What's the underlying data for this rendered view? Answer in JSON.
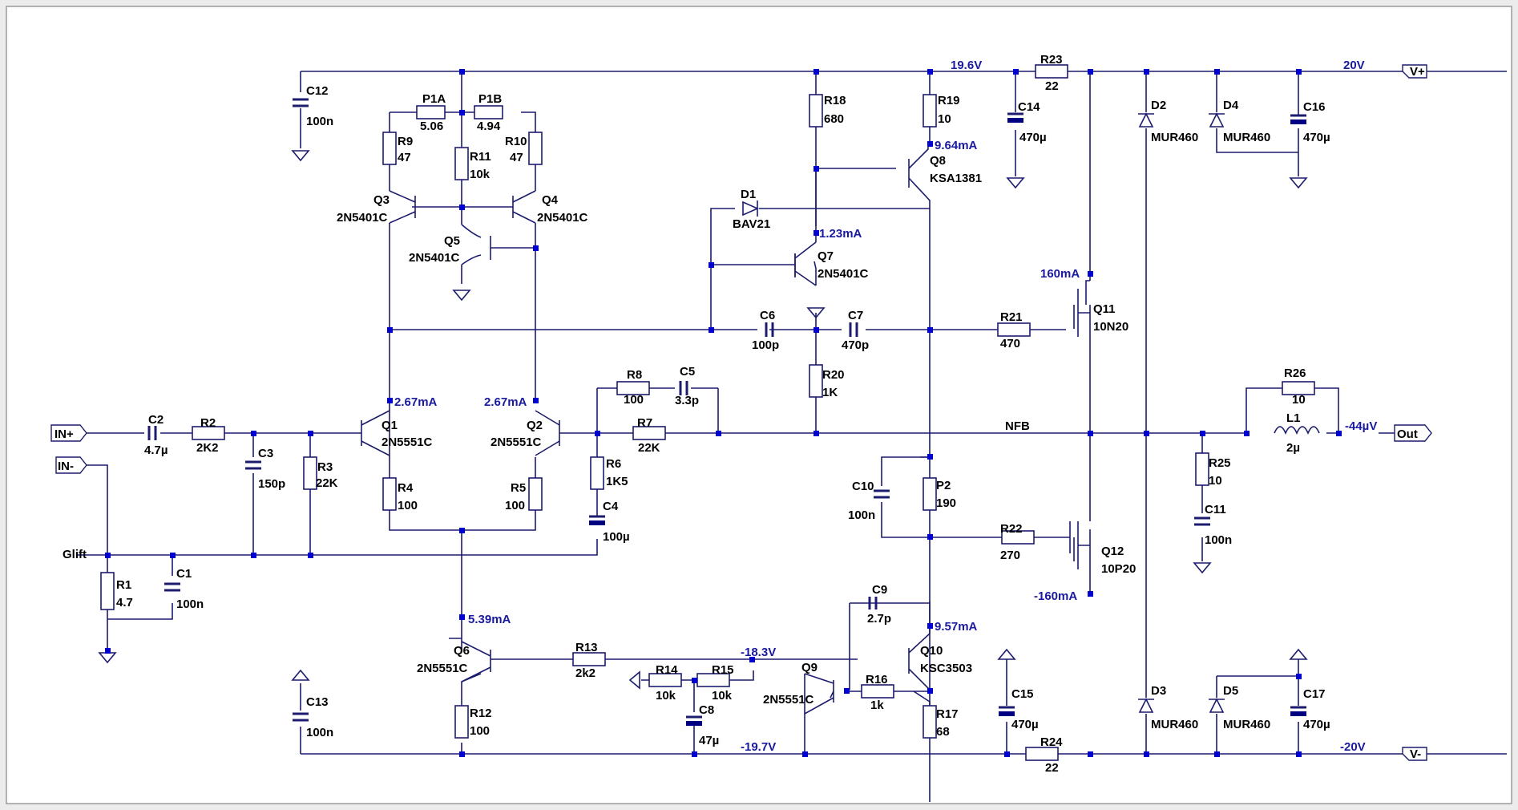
{
  "labels": {
    "C12": "C12",
    "C12v": "100n",
    "C13": "C13",
    "C13v": "100n",
    "P1A": "P1A",
    "P1Av": "5.06",
    "P1B": "P1B",
    "P1Bv": "4.94",
    "R9": "R9",
    "R9v": "47",
    "R10": "R10",
    "R10v": "47",
    "R11": "R11",
    "R11v": "10k",
    "Q3": "Q3",
    "Q3v": "2N5401C",
    "Q4": "Q4",
    "Q4v": "2N5401C",
    "Q5": "Q5",
    "Q5v": "2N5401C",
    "R18": "R18",
    "R18v": "680",
    "R19": "R19",
    "R19v": "10",
    "Q8": "Q8",
    "Q8v": "KSA1381",
    "D1": "D1",
    "D1v": "BAV21",
    "Q7": "Q7",
    "Q7v": "2N5401C",
    "C14": "C14",
    "C14v": "470µ",
    "R23": "R23",
    "R23v": "22",
    "D2": "D2",
    "D2v": "MUR460",
    "D4": "D4",
    "D4v": "MUR460",
    "C16": "C16",
    "C16v": "470µ",
    "C6": "C6",
    "C6v": "100p",
    "C7": "C7",
    "C7v": "470p",
    "R21": "R21",
    "R21v": "470",
    "Q11": "Q11",
    "Q11v": "10N20",
    "R8": "R8",
    "R8v": "100",
    "C5": "C5",
    "C5v": "3.3p",
    "R20": "R20",
    "R20v": "1K",
    "R26": "R26",
    "R26v": "10",
    "L1": "L1",
    "L1v": "2µ",
    "C2": "C2",
    "C2v": "4.7µ",
    "R2": "R2",
    "R2v": "2K2",
    "C3": "C3",
    "C3v": "150p",
    "R3": "R3",
    "R3v": "22K",
    "Q1": "Q1",
    "Q1v": "2N5551C",
    "Q2": "Q2",
    "Q2v": "2N5551C",
    "R7": "R7",
    "R7v": "22K",
    "R6": "R6",
    "R6v": "1K5",
    "C4": "C4",
    "C4v": "100µ",
    "R4": "R4",
    "R4v": "100",
    "R5": "R5",
    "R5v": "100",
    "C10": "C10",
    "C10v": "100n",
    "P2": "P2",
    "P2v": "190",
    "R22": "R22",
    "R22v": "270",
    "Q12": "Q12",
    "Q12v": "10P20",
    "R25": "R25",
    "R25v": "10",
    "C11": "C11",
    "C11v": "100n",
    "R1": "R1",
    "R1v": "4.7",
    "C1": "C1",
    "C1v": "100n",
    "Q6": "Q6",
    "Q6v": "2N5551C",
    "R13": "R13",
    "R13v": "2k2",
    "R14": "R14",
    "R14v": "10k",
    "R15": "R15",
    "R15v": "10k",
    "C8": "C8",
    "C8v": "47µ",
    "C9": "C9",
    "C9v": "2.7p",
    "Q9": "Q9",
    "Q9v": "2N5551C",
    "R16": "R16",
    "R16v": "1k",
    "Q10": "Q10",
    "Q10v": "KSC3503",
    "R17": "R17",
    "R17v": "68",
    "R12": "R12",
    "R12v": "100",
    "C15": "C15",
    "C15v": "470µ",
    "R24": "R24",
    "R24v": "22",
    "D3": "D3",
    "D3v": "MUR460",
    "D5": "D5",
    "D5v": "MUR460",
    "C17": "C17",
    "C17v": "470µ",
    "NFB": "NFB",
    "Glift": "Glift"
  },
  "ports": {
    "in_plus": "IN+",
    "in_minus": "IN-",
    "out": "Out",
    "v_plus": "V+",
    "v_minus": "V-"
  },
  "annotations": {
    "v19_6": "19.6V",
    "v20": "20V",
    "vneg20": "-20V",
    "i9_64": "9.64mA",
    "i1_23": "1.23mA",
    "i160": "160mA",
    "i2_67a": "2.67mA",
    "i2_67b": "2.67mA",
    "out_v": "-44µV",
    "i5_39": "5.39mA",
    "vneg18_3": "-18.3V",
    "vneg19_7": "-19.7V",
    "i9_57": "9.57mA",
    "ineg160": "-160mA"
  }
}
